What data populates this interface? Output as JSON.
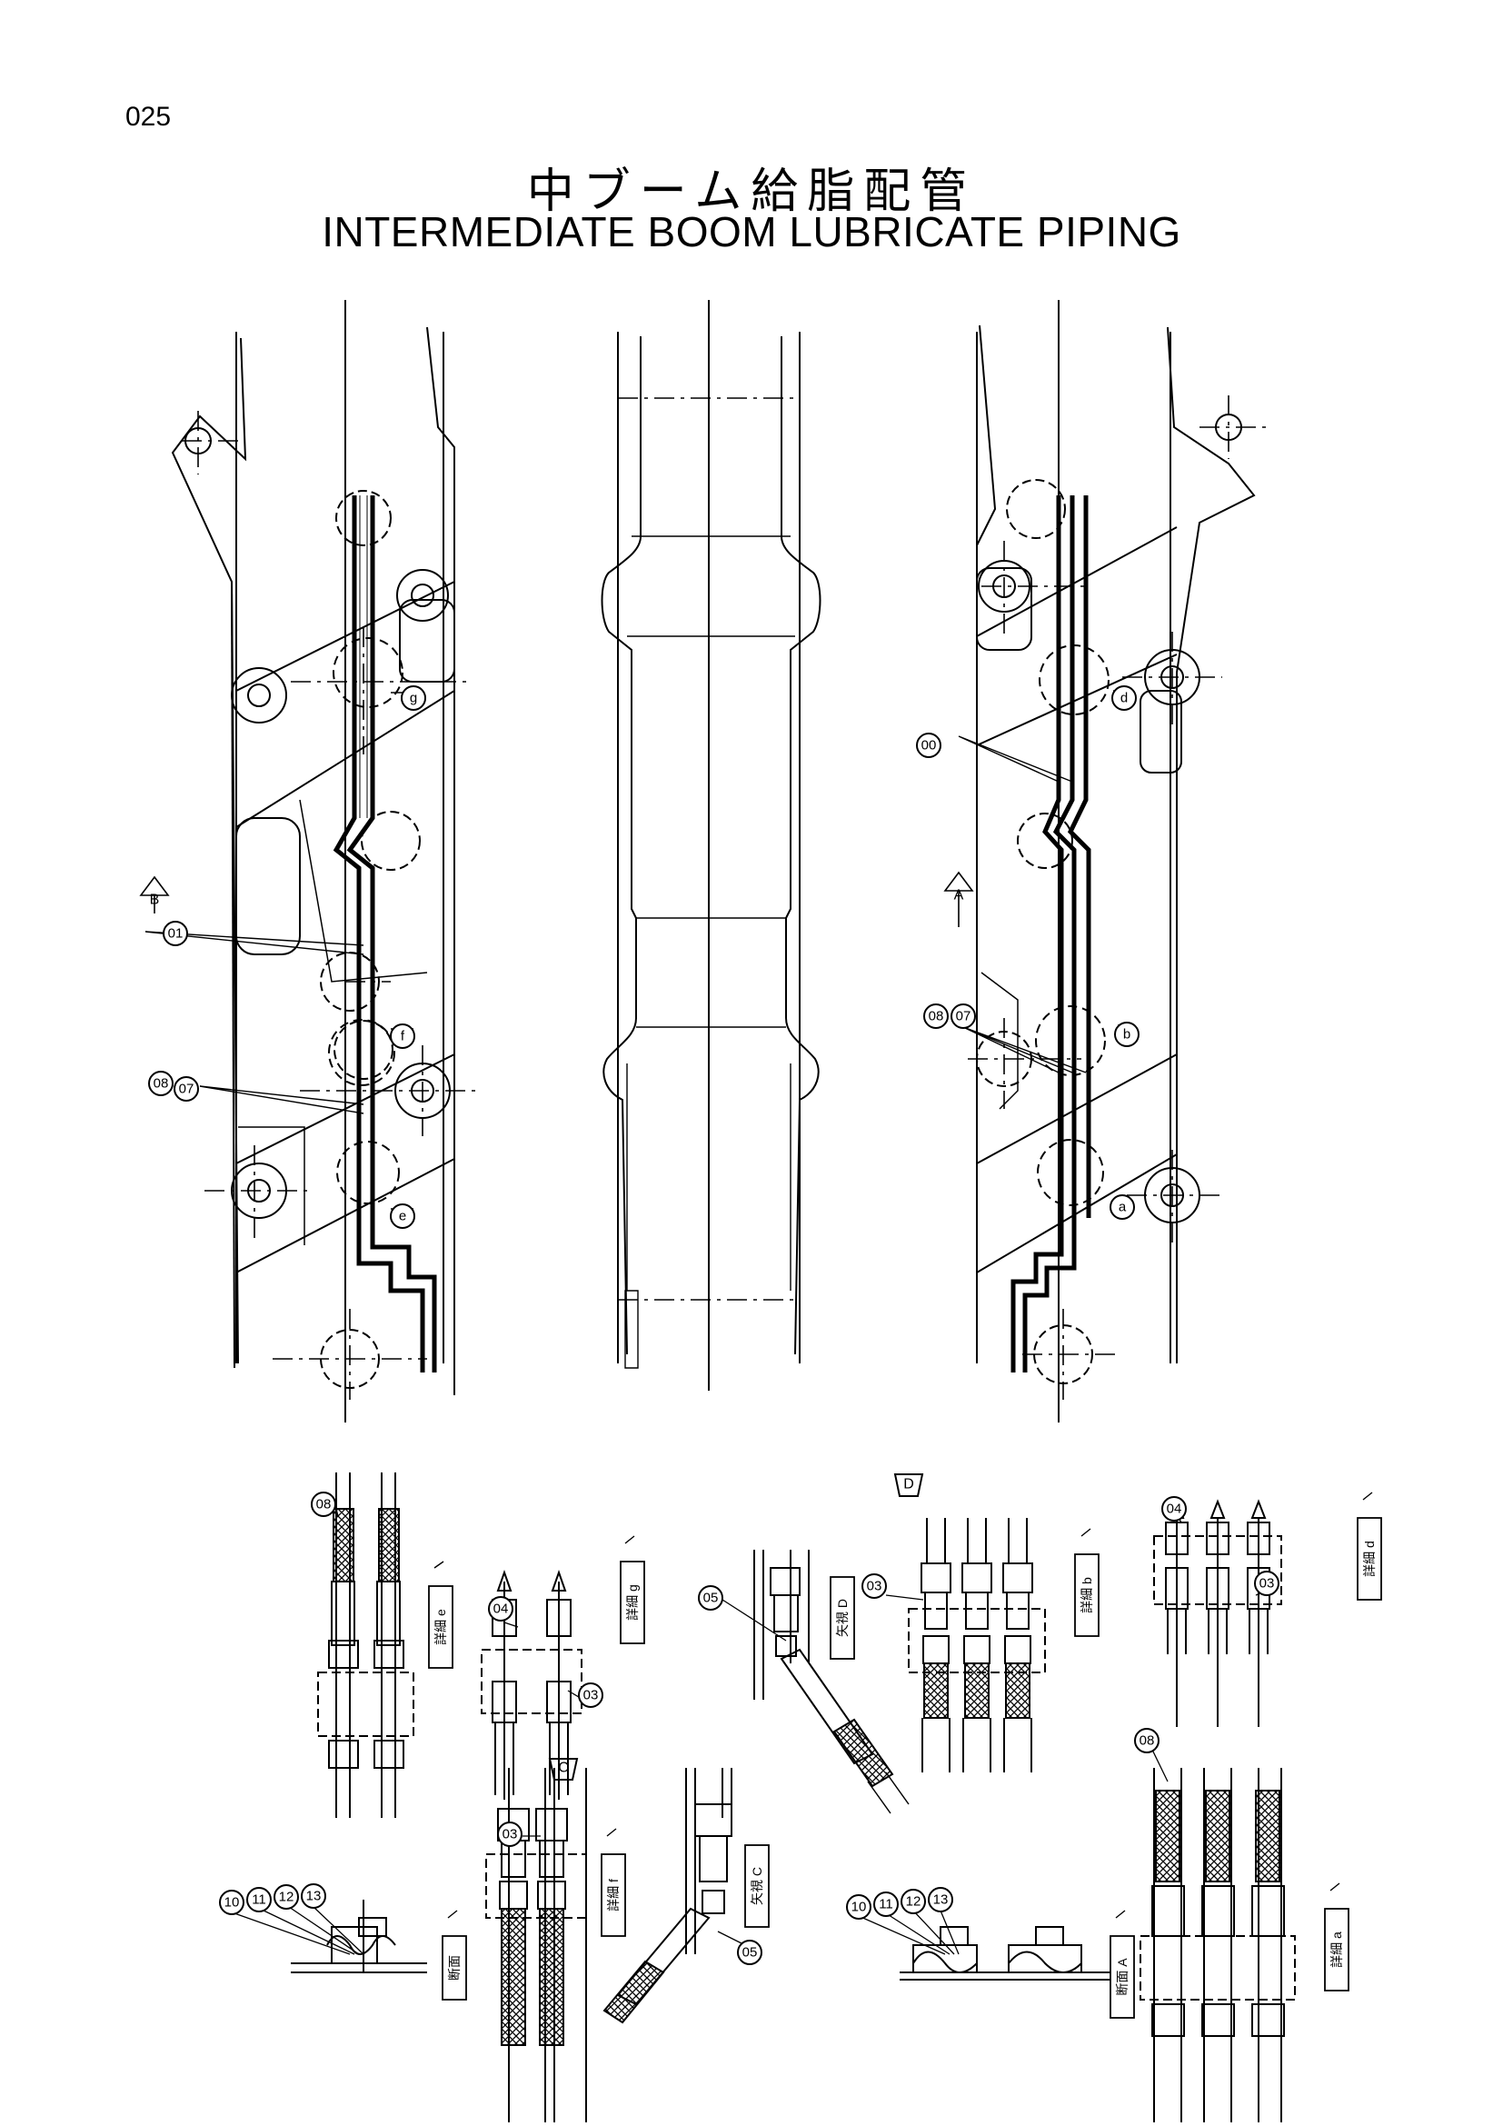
{
  "page_number": "025",
  "title_japanese": "中ブーム給脂配管",
  "title_english": "INTERMEDIATE BOOM LUBRICATE PIPING",
  "callouts": [
    "00",
    "01",
    "08",
    "07",
    "08",
    "07",
    "03",
    "04",
    "05",
    "10",
    "11",
    "12",
    "13"
  ],
  "detail_marks": {
    "g": "g",
    "f": "f",
    "e": "e",
    "d": "d",
    "b": "b",
    "a": "a",
    "A": "A",
    "B": "B",
    "C": "C",
    "D": "D"
  },
  "detail_labels": {
    "detail_e": "詳細 e",
    "detail_g": "詳細 g",
    "view_d": "矢視 D",
    "detail_b": "詳細 b",
    "detail_d": "詳細 d",
    "detail_f": "詳細 f",
    "view_c": "矢視 C",
    "section": "断面",
    "section_a": "断面 A",
    "detail_a": "詳細 a"
  }
}
